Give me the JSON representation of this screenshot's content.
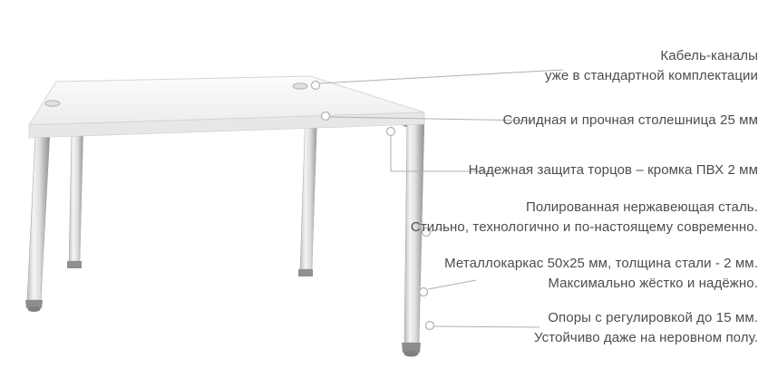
{
  "callouts": [
    {
      "id": "cable-channels",
      "lines": [
        "Кабель-каналы",
        "уже в стандартной комплектации"
      ]
    },
    {
      "id": "tabletop",
      "lines": [
        "Солидная и прочная столешница 25 мм"
      ]
    },
    {
      "id": "edge-pvc",
      "lines": [
        "Надежная защита торцов – кромка ПВХ 2 мм"
      ]
    },
    {
      "id": "stainless-steel",
      "lines": [
        "Полированная нержавеющая сталь.",
        "Стильно, технологично и по-настоящему современно."
      ]
    },
    {
      "id": "metal-frame",
      "lines": [
        "Металлокаркас 50х25 мм, толщина стали - 2 мм.",
        "Максимально жёстко и надёжно."
      ]
    },
    {
      "id": "adjustable-feet",
      "lines": [
        "Опоры с регулировкой до 15 мм.",
        "Устойчиво даже на неровном полу."
      ]
    }
  ],
  "colors": {
    "background": "#ffffff",
    "text": "#4d4d4d",
    "line": "#b0b0b0",
    "tabletop": "#f2f2f2",
    "edge": "#e7e7e7",
    "chrome_dark": "#939393"
  }
}
